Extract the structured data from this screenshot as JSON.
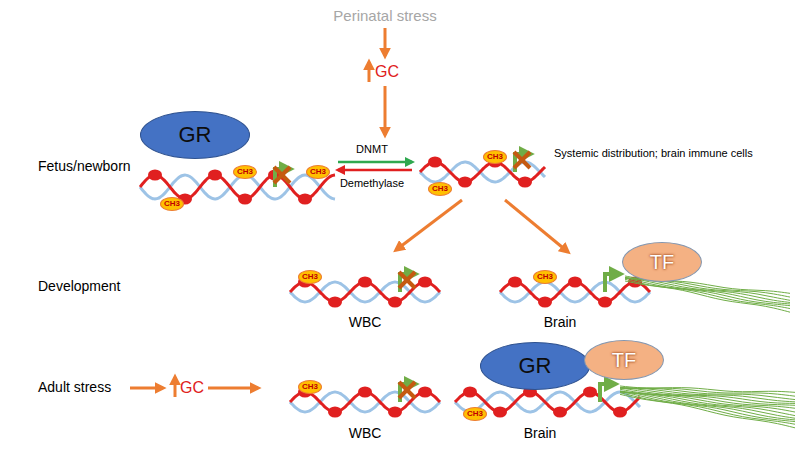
{
  "diagram": {
    "nodes": [
      {
        "text": [
          "GR"
        ]
      },
      {
        "text": [
          "CH3"
        ]
      },
      {
        "text": [
          "CH3"
        ]
      },
      {
        "text": [
          "CH3"
        ]
      },
      {
        "text": [
          "CH3"
        ]
      },
      {
        "text": [
          "CH3"
        ]
      },
      {
        "text": [
          "CH3"
        ]
      },
      {
        "text": [
          "TF"
        ]
      },
      {
        "text": [
          "CH3"
        ]
      },
      {
        "text": [
          "CH3"
        ]
      },
      {
        "text": [
          "GR"
        ]
      },
      {
        "text": [
          "TF"
        ]
      },
      {
        "text": [
          "CH3"
        ]
      }
    ],
    "labels": [
      "Perinatal stress",
      "GC",
      "DNMT",
      "Demethylase",
      "Systemic distribution; brain immune cells",
      "Fetus/newborn",
      "Development",
      "WBC",
      "Brain",
      "Adult stress",
      "GC",
      "WBC",
      "Brain"
    ]
  }
}
